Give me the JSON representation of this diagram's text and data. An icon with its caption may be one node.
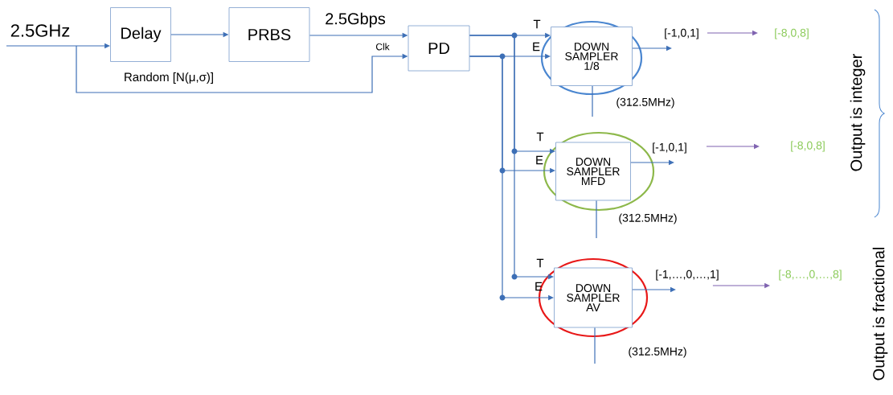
{
  "diagram": {
    "nodes": [
      {
        "text": [
          "Delay"
        ]
      },
      {
        "text": [
          "PRBS"
        ]
      },
      {
        "text": [
          "PD"
        ]
      },
      {
        "text": [
          "DOWN SAMPLER 1/8"
        ],
        "beside": [
          "(312.5MHz)"
        ]
      },
      {
        "text": [
          "DOWN SAMPLER MFD"
        ],
        "beside": [
          "(312.5MHz)"
        ]
      },
      {
        "text": [
          "DOWN SAMPLER AV"
        ],
        "beside": [
          "(312.5MHz)"
        ]
      },
      {
        "text": [
          "[-1,0,1]"
        ]
      },
      {
        "text": [
          "[-8,0,8]"
        ]
      },
      {
        "text": [
          "[-1,0,1]"
        ]
      },
      {
        "text": [
          "[-8,0,8]"
        ]
      },
      {
        "text": [
          "[-1,…,0,…,1]"
        ]
      },
      {
        "text": [
          "[-8,…,0,…,8]"
        ]
      }
    ],
    "edges": [
      {
        "from": null,
        "to": 0,
        "arrow": "to",
        "label": "2.5GHz"
      },
      {
        "from": null,
        "to": 2,
        "arrow": "to"
      },
      {
        "from": 0,
        "to": 1,
        "arrow": "to"
      },
      {
        "from": 1,
        "to": 2,
        "arrow": "to",
        "label": "2.5Gbps"
      },
      {
        "from": 2,
        "to": 3,
        "arrow": "to",
        "label": "T"
      },
      {
        "from": 2,
        "to": 3,
        "arrow": "to",
        "label": "E"
      },
      {
        "from": 2,
        "to": 4,
        "arrow": "to",
        "label": "T"
      },
      {
        "from": 2,
        "to": 4,
        "arrow": "to",
        "label": "E"
      },
      {
        "from": 2,
        "to": 5,
        "arrow": "to",
        "label": "T"
      },
      {
        "from": 2,
        "to": 5,
        "arrow": "to",
        "label": "E"
      },
      {
        "from": 3,
        "to": 6,
        "arrow": "to"
      },
      {
        "from": 4,
        "to": 8,
        "arrow": "to"
      },
      {
        "from": 5,
        "to": 10,
        "arrow": "to"
      },
      {
        "from": null,
        "to": 3,
        "arrow": "none"
      },
      {
        "from": null,
        "to": 4,
        "arrow": "none"
      },
      {
        "from": null,
        "to": 5,
        "arrow": "none"
      },
      {
        "from": 6,
        "to": 7,
        "arrow": "to",
        "color": "#7f63b0"
      },
      {
        "from": 8,
        "to": 9,
        "arrow": "to",
        "color": "#7f63b0"
      },
      {
        "from": 10,
        "to": 11,
        "arrow": "to",
        "color": "#7f63b0"
      }
    ],
    "labels": [
      "Clk",
      "Random [N(μ,σ)]",
      "Output is integer",
      "Output is fractional"
    ]
  }
}
